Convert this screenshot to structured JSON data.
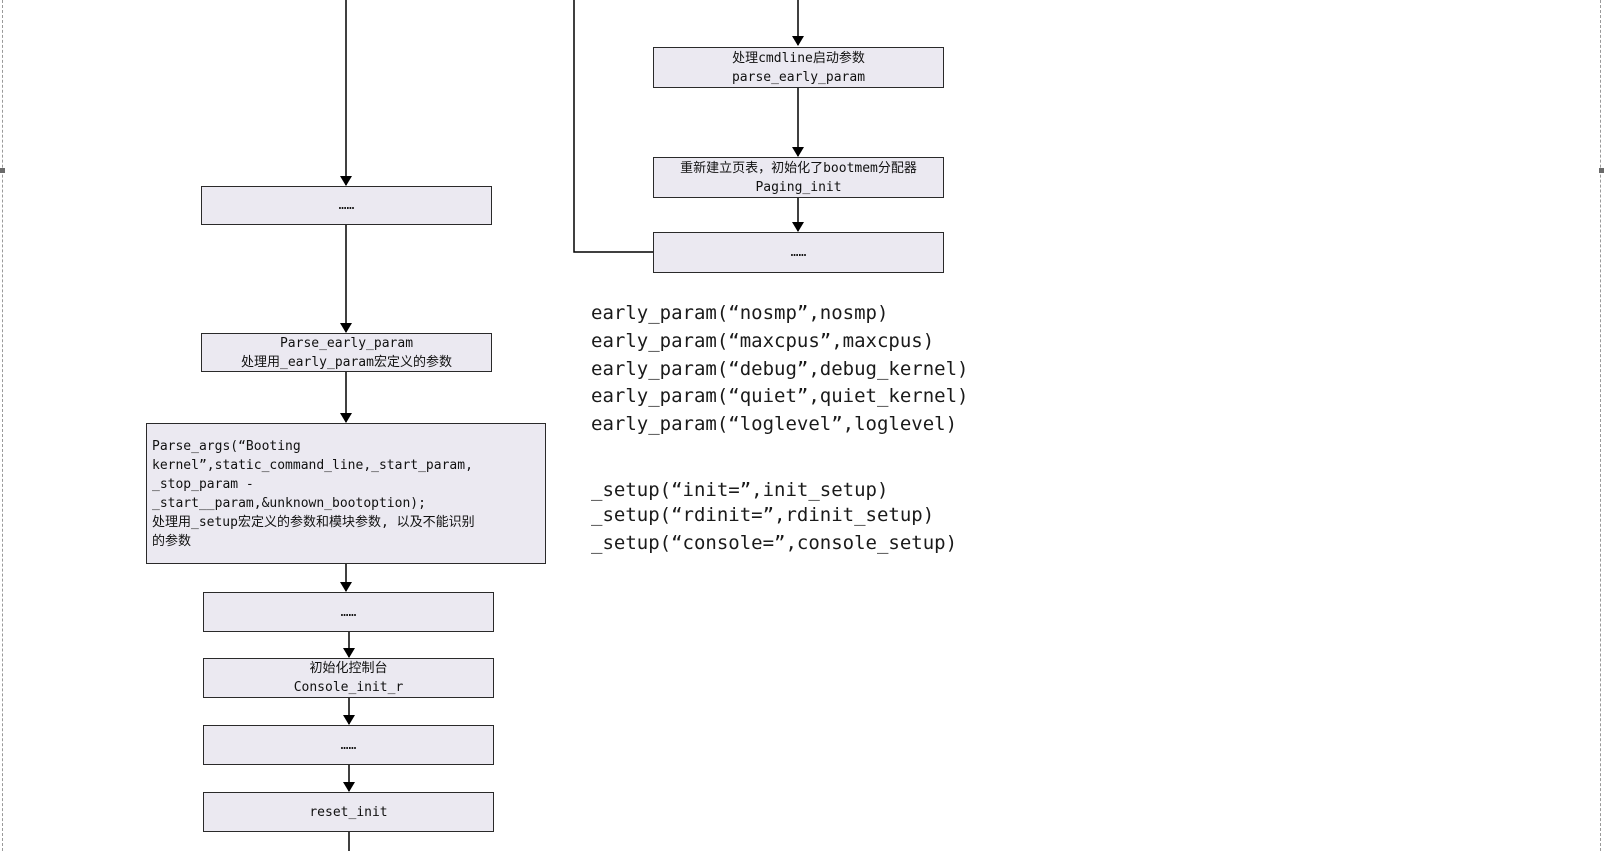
{
  "colors": {
    "box_fill": "#ebe9f1",
    "box_border": "#2a2a2a",
    "arrow": "#000000",
    "text": "#111111"
  },
  "left_flow": {
    "box_dots_1": "……",
    "parse_early_param": {
      "line1": "Parse_early_param",
      "line2": "处理用_early_param宏定义的参数"
    },
    "parse_args": {
      "line1": "Parse_args(“Booting",
      "line2": "kernel”,static_command_line,_start_param,",
      "line3": "_stop_param -",
      "line4": "_start__param,&unknown_bootoption);",
      "line5": "处理用_setup宏定义的参数和模块参数, 以及不能识别",
      "line6": "的参数"
    },
    "box_dots_2": "……",
    "console_init": {
      "line1": "初始化控制台",
      "line2": "Console_init_r"
    },
    "box_dots_3": "……",
    "reset_init": "reset_init"
  },
  "right_flow": {
    "cmdline": {
      "line1": "处理cmdline启动参数",
      "line2": "parse_early_param"
    },
    "paging": {
      "line1": "重新建立页表，初始化了bootmem分配器",
      "line2": "Paging_init"
    },
    "box_dots": "……"
  },
  "code": {
    "early_params": [
      "early_param(“nosmp”,nosmp)",
      "early_param(“maxcpus”,maxcpus)",
      "early_param(“debug”,debug_kernel)",
      "early_param(“quiet”,quiet_kernel)",
      "early_param(“loglevel”,loglevel)"
    ],
    "setups": [
      "_setup(“init=”,init_setup)",
      "_setup(“rdinit=”,rdinit_setup)",
      "_setup(“console=”,console_setup)"
    ]
  }
}
